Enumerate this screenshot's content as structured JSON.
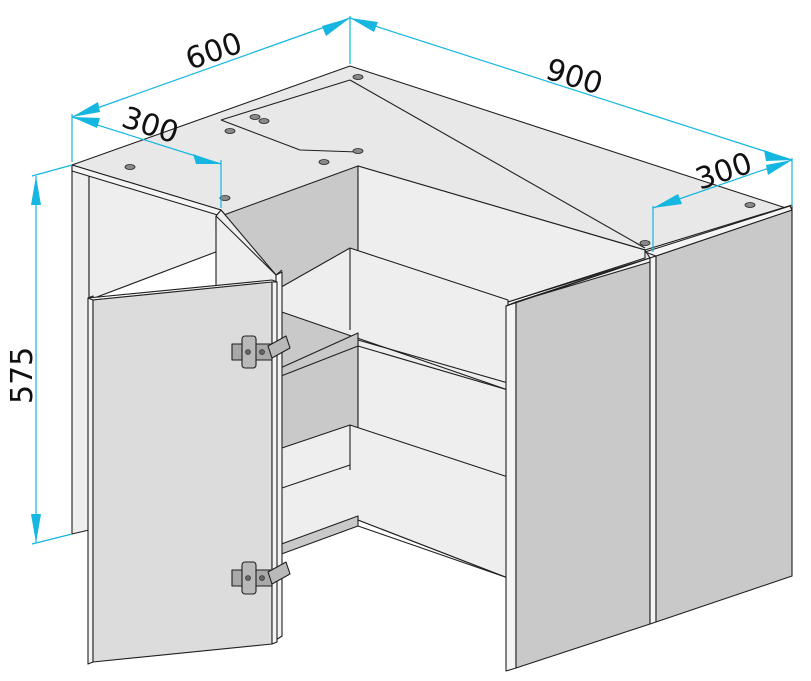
{
  "dimensions": {
    "depth_left": "600",
    "width_right": "900",
    "depth_left_inner": "300",
    "depth_right": "300",
    "height": "575"
  },
  "colors": {
    "dimension_line": "#15b6e0",
    "outline": "#1f1f1f",
    "panel_light": "#eeeeee",
    "panel_top": "#e8e8e8",
    "panel_shadow": "#c9c9c9",
    "panel_mid": "#dcdcdc",
    "hinge": "#a9a9a9"
  }
}
